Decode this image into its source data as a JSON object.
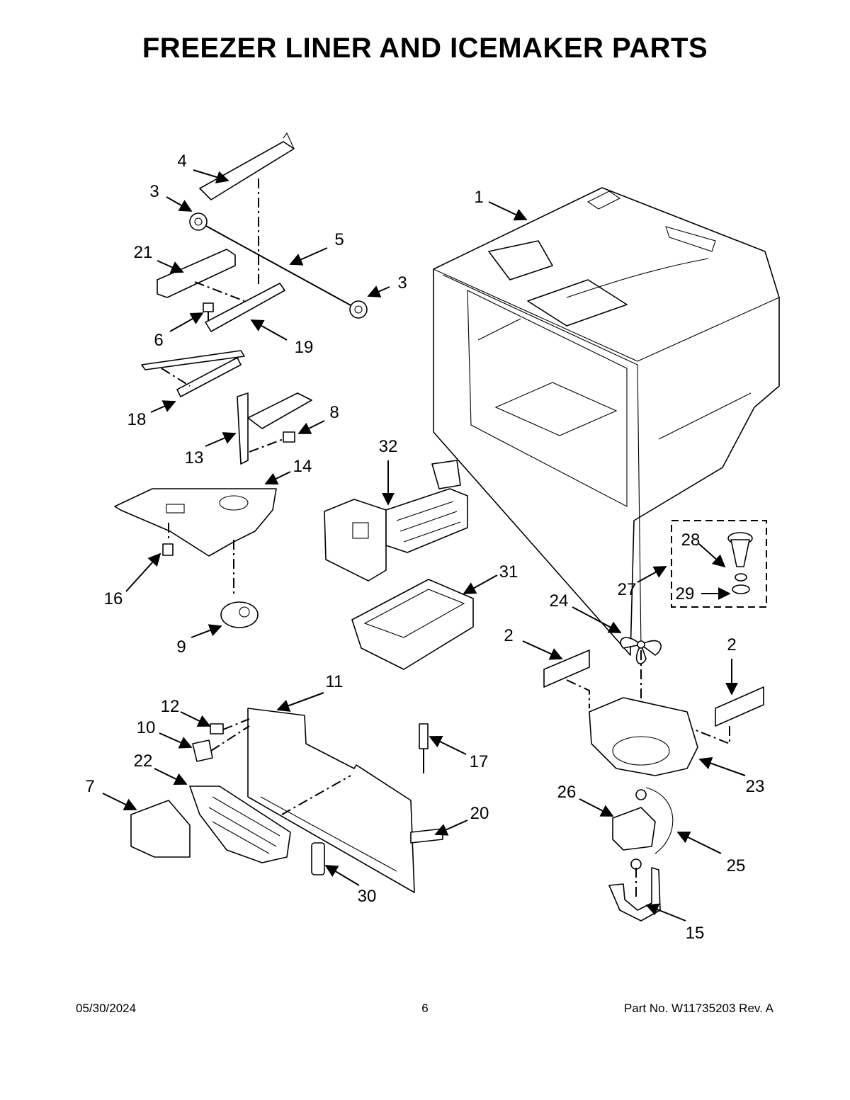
{
  "title": "FREEZER LINER AND ICEMAKER PARTS",
  "callouts": [
    "1",
    "2",
    "2",
    "3",
    "3",
    "4",
    "5",
    "6",
    "7",
    "8",
    "9",
    "10",
    "11",
    "12",
    "13",
    "14",
    "15",
    "16",
    "17",
    "18",
    "19",
    "20",
    "21",
    "22",
    "23",
    "24",
    "25",
    "26",
    "27",
    "28",
    "29",
    "30",
    "31",
    "32"
  ],
  "footer": {
    "date": "05/30/2024",
    "page": "6",
    "part_no": "Part No.  W11735203  Rev.  A"
  }
}
